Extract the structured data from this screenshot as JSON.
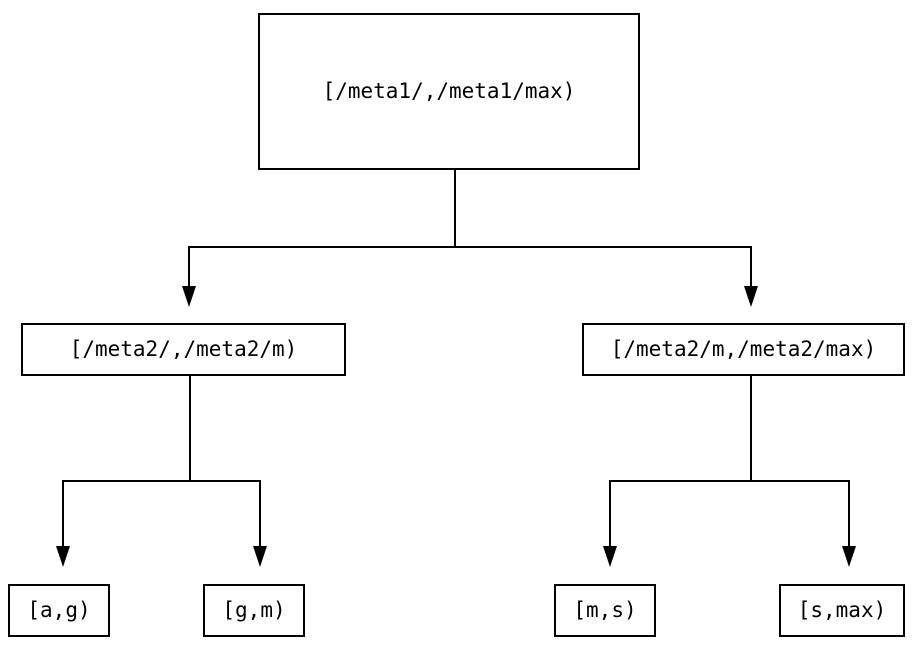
{
  "diagram": {
    "type": "tree",
    "background": "#ffffff",
    "line_color": "#000000",
    "node_border_color": "#000000",
    "node_fill": "#ffffff",
    "text_color": "#000000"
  },
  "nodes": {
    "root": {
      "label": "[/meta1/,/meta1/max)"
    },
    "mid_left": {
      "label": "[/meta2/,/meta2/m)"
    },
    "mid_right": {
      "label": "[/meta2/m,/meta2/max)"
    },
    "leaf_ag": {
      "label": "[a,g)"
    },
    "leaf_gm": {
      "label": "[g,m)"
    },
    "leaf_ms": {
      "label": "[m,s)"
    },
    "leaf_smax": {
      "label": "[s,max)"
    }
  },
  "edges": [
    {
      "from": "root",
      "to": "mid_left"
    },
    {
      "from": "root",
      "to": "mid_right"
    },
    {
      "from": "mid_left",
      "to": "leaf_ag"
    },
    {
      "from": "mid_left",
      "to": "leaf_gm"
    },
    {
      "from": "mid_right",
      "to": "leaf_ms"
    },
    {
      "from": "mid_right",
      "to": "leaf_smax"
    }
  ]
}
